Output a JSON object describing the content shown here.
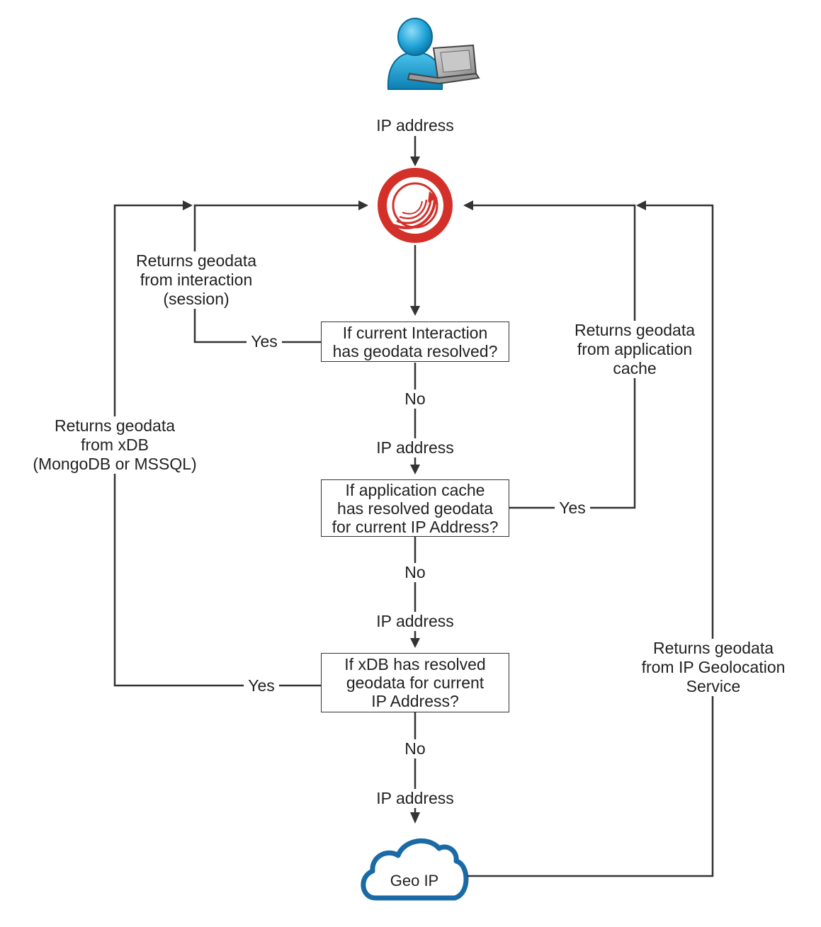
{
  "user_icon": "user-with-laptop-icon",
  "sitecore_icon": "sitecore-logo-icon",
  "cloud_icon": "cloud-icon",
  "colors": {
    "line": "#333333",
    "text": "#222222",
    "logo_red": "#d3302a",
    "user_blue": "#1fa3d8",
    "cloud_blue": "#1a6aa6"
  },
  "labels": {
    "ip_top": "IP address",
    "ip_1": "IP address",
    "ip_2": "IP address",
    "ip_3": "IP address",
    "yes_1": "Yes",
    "yes_2": "Yes",
    "yes_3": "Yes",
    "no_1": "No",
    "no_2": "No",
    "no_3": "No"
  },
  "returns": {
    "interaction": [
      "Returns geodata",
      "from interaction",
      "(session)"
    ],
    "cache": [
      "Returns geodata",
      "from application",
      "cache"
    ],
    "xdb": [
      "Returns geodata",
      "from xDB",
      "(MongoDB or MSSQL)"
    ],
    "geoservice": [
      "Returns geodata",
      "from IP Geolocation",
      "Service"
    ]
  },
  "decisions": {
    "interaction": [
      "If current Interaction",
      "has geodata resolved?"
    ],
    "cache": [
      "If application cache",
      "has resolved geodata",
      "for current IP Address?"
    ],
    "xdb": [
      "If xDB has resolved",
      "geodata for current",
      "IP Address?"
    ]
  },
  "cloud_label": "Geo IP"
}
